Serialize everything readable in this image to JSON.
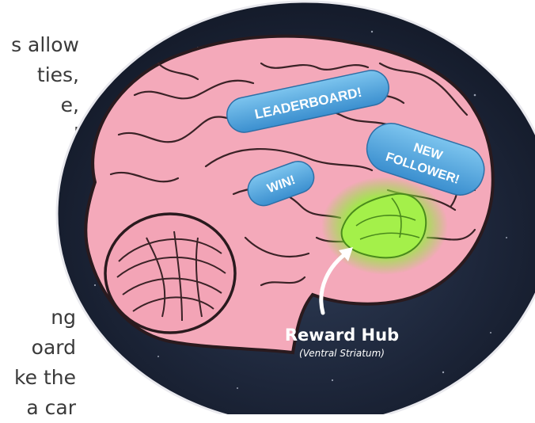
{
  "body_text_top": [
    "s allow",
    "ties,",
    "e,",
    "l"
  ],
  "body_text_bottom": [
    "ng",
    "oard",
    "ke the",
    "a car"
  ],
  "bubbles": {
    "leaderboard": "LEADERBOARD!",
    "new_line1": "NEW",
    "new_line2": "FOLLOWER!",
    "win": "WIN!"
  },
  "reward_hub": {
    "title": "Reward Hub",
    "subtitle": "(Ventral Striatum)"
  },
  "colors": {
    "space": "#1a2236",
    "brain": "#f4a9ba",
    "brain_outline": "#2a1a1e",
    "bubble": "#4fa3d8",
    "reward_glow": "#8ef03a"
  }
}
